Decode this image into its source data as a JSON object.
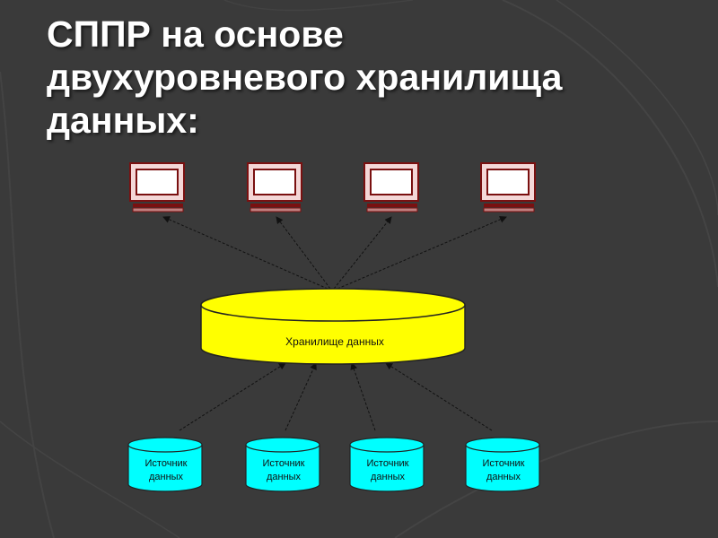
{
  "slide": {
    "title_lines": [
      "СППР на основе",
      "двухуровневого хранилища",
      "данных:"
    ]
  },
  "diagram": {
    "warehouse": {
      "label": "Хранилище данных"
    },
    "sources": [
      {
        "line1": "Источник",
        "line2": "данных"
      },
      {
        "line1": "Источник",
        "line2": "данных"
      },
      {
        "line1": "Источник",
        "line2": "данных"
      },
      {
        "line1": "Источник",
        "line2": "данных"
      }
    ],
    "workstations_count": 4
  },
  "colors": {
    "background": "#3b3b3b",
    "warehouse_fill": "#ffff00",
    "source_fill": "#00ffff",
    "monitor_frame": "#8b1a1a",
    "arrow": "#111111",
    "title_text": "#ffffff"
  }
}
